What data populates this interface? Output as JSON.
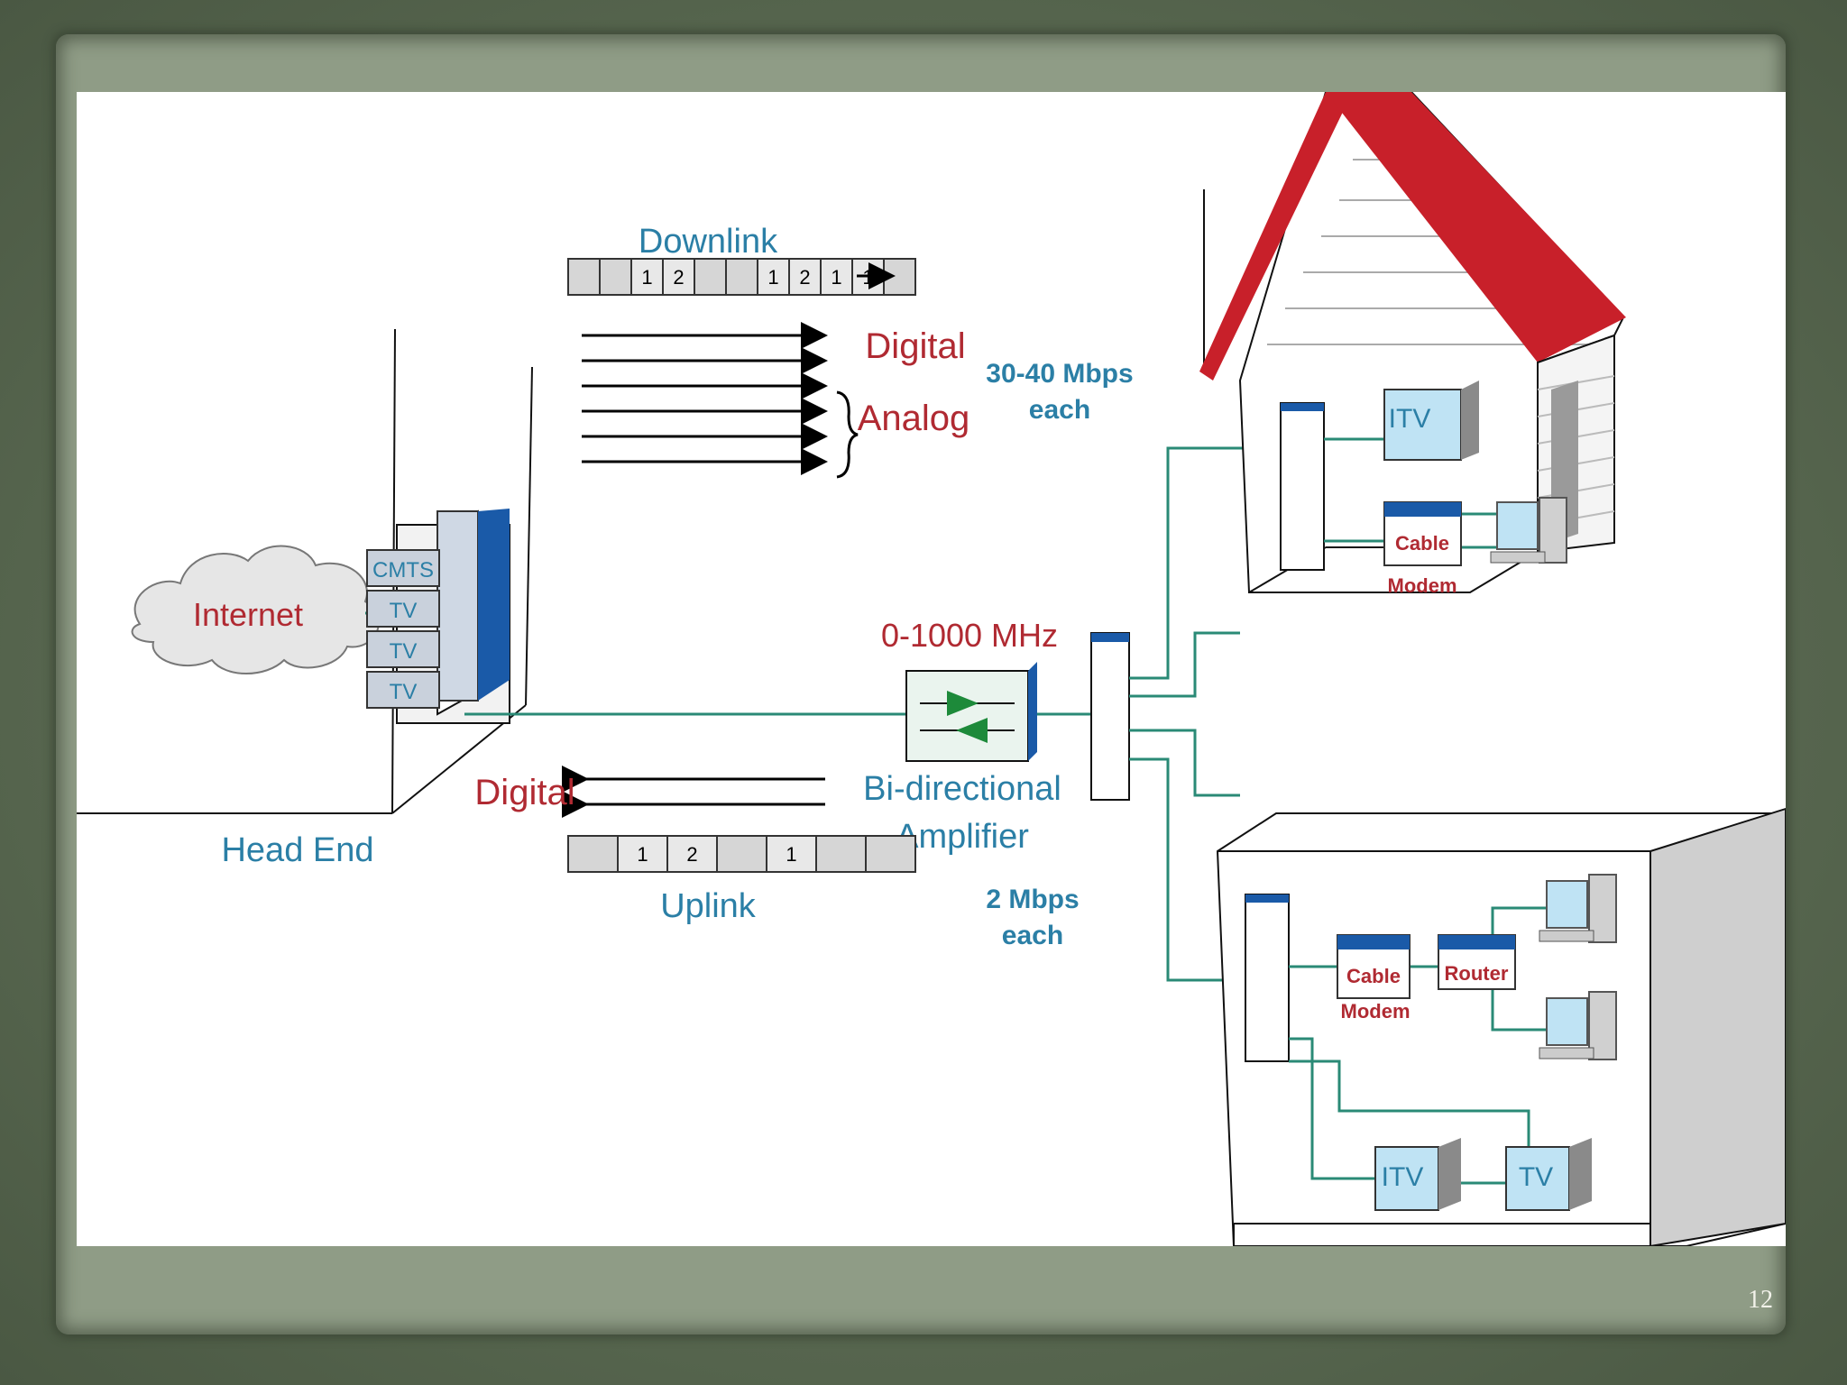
{
  "diagram": {
    "downlink": "Downlink",
    "uplink": "Uplink",
    "digital_down": "Digital",
    "analog": "Analog",
    "downlink_rate_line1": "30-40 Mbps",
    "downlink_rate_line2": "each",
    "frequency": "0-1000 MHz",
    "amplifier_line1": "Bi-directional",
    "amplifier_line2": "Amplifier",
    "digital_up": "Digital",
    "uplink_rate_line1": "2 Mbps",
    "uplink_rate_line2": "each",
    "internet": "Internet",
    "head_end": "Head End",
    "rack_labels": [
      "CMTS",
      "TV",
      "TV",
      "TV"
    ],
    "house_itv": "ITV",
    "house_cable": "Cable",
    "house_modem": "Modem",
    "building_cable": "Cable",
    "building_modem": "Modem",
    "router": "Router",
    "building_itv": "ITV",
    "building_tv": "TV",
    "down_packet_cells": [
      "",
      "",
      "1",
      "2",
      "",
      "",
      "1",
      "2",
      "1",
      "1",
      ""
    ],
    "up_packet_cells": [
      "",
      "1",
      "2",
      "",
      "1",
      "",
      ""
    ]
  },
  "colors": {
    "teal_line": "#2a8a76",
    "blue_label": "#2b7fa6",
    "red_label": "#b02a32",
    "roof": "#c8202a",
    "rack_blue": "#1a5aa8"
  },
  "slide_number": "12"
}
